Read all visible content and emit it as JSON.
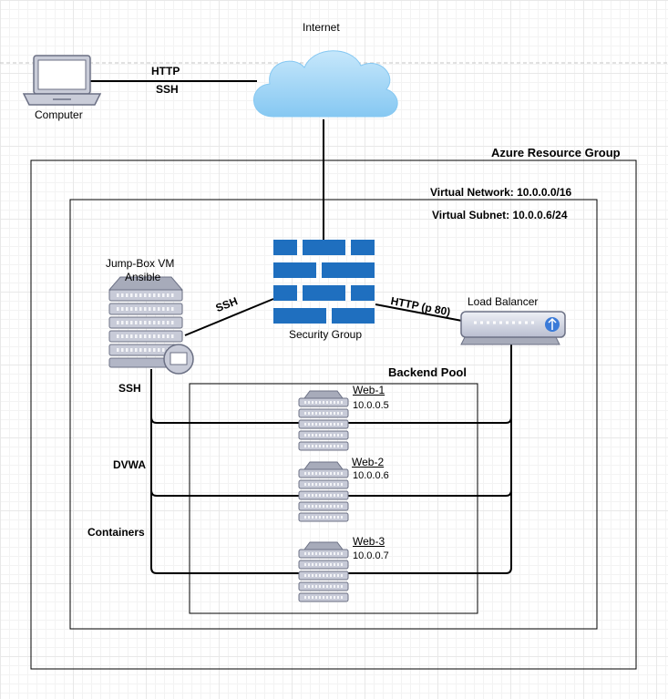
{
  "internet": {
    "label": "Internet"
  },
  "computer": {
    "label": "Computer"
  },
  "links": {
    "http": "HTTP",
    "ssh_top": "SSH",
    "ssh_jump": "SSH",
    "http_lb": "HTTP (p 80)"
  },
  "resource_group": {
    "label": "Azure Resource Group"
  },
  "vnet": {
    "label": "Virtual Network: 10.0.0.0/16"
  },
  "subnet": {
    "label": "Virtual Subnet: 10.0.0.6/24"
  },
  "jumpbox": {
    "line1": "Jump-Box VM",
    "line2": "Ansible"
  },
  "security_group": {
    "label": "Security Group"
  },
  "load_balancer": {
    "label": "Load Balancer"
  },
  "backend_pool": {
    "label": "Backend Pool",
    "servers": [
      {
        "name": "Web-1",
        "ip": "10.0.0.5"
      },
      {
        "name": "Web-2",
        "ip": "10.0.0.6"
      },
      {
        "name": "Web-3",
        "ip": "10.0.0.7"
      }
    ]
  },
  "rails": {
    "ssh": "SSH",
    "dvwa": "DVWA",
    "containers": "Containers"
  },
  "colors": {
    "cloud": "#9dd4f7",
    "firewall": "#1f6fbf",
    "server_fill": "#c8cbd8",
    "server_stroke": "#6c7185",
    "lb_fill": "#cdd1e0",
    "lb_port": "#3b7bd8"
  }
}
